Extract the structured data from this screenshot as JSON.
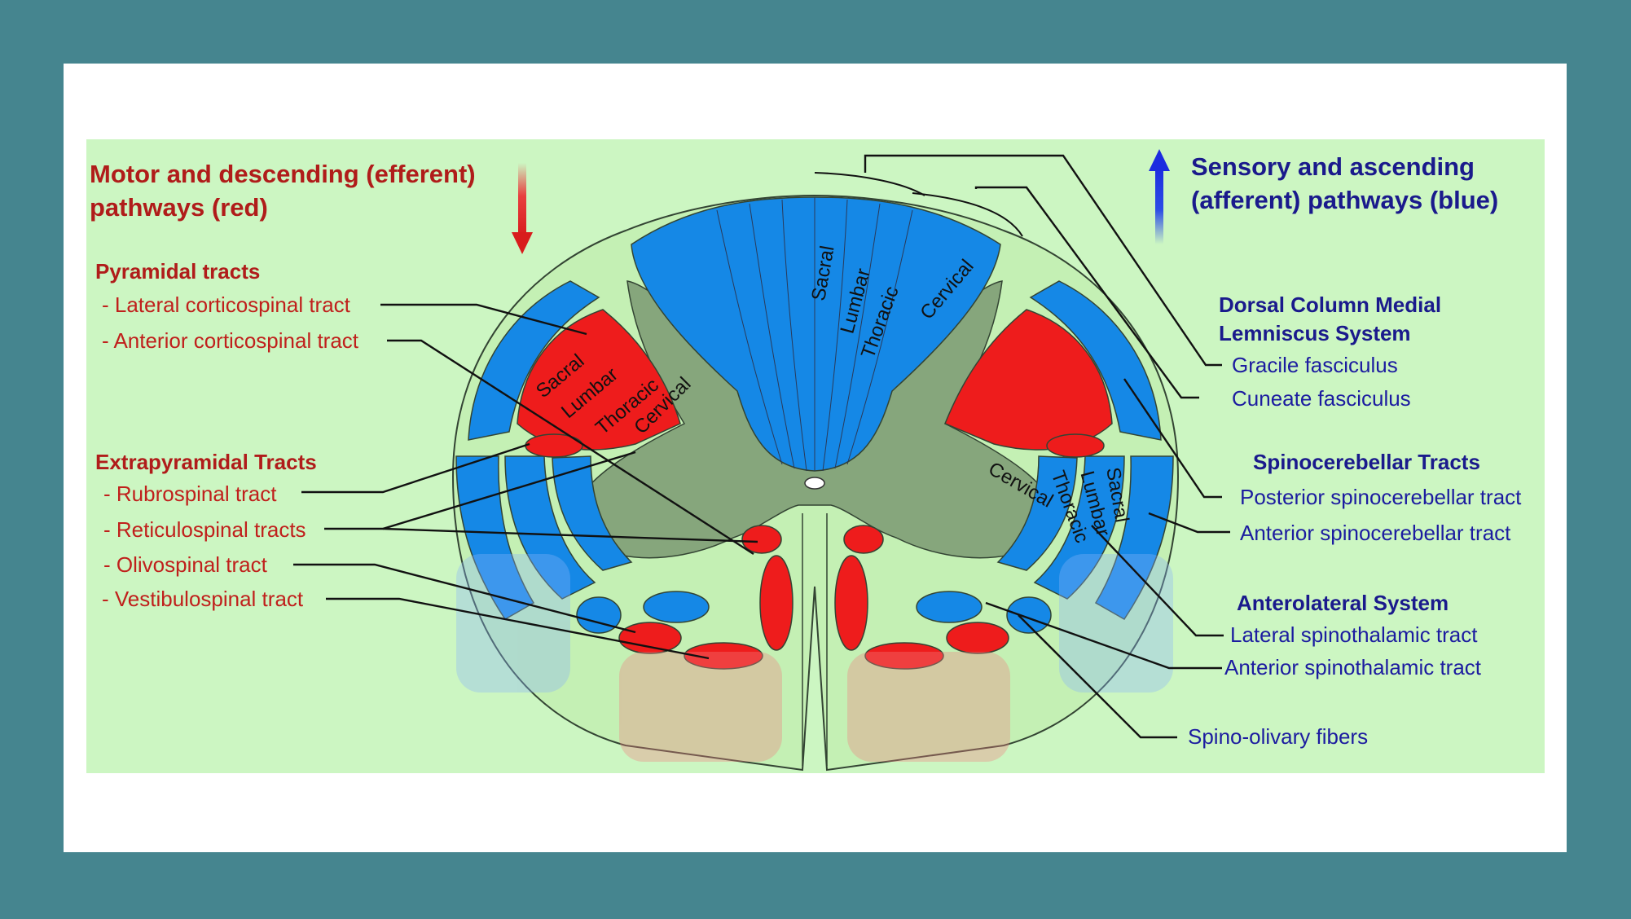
{
  "left": {
    "title": "Motor and descending (efferent) pathways   (red)",
    "pyramidal_heading": "Pyramidal tracts",
    "pyramidal_items": [
      "- Lateral corticospinal tract",
      "- Anterior corticospinal tract"
    ],
    "extrapyramidal_heading": "Extrapyramidal Tracts",
    "extrapyramidal_items": [
      "- Rubrospinal tract",
      "- Reticulospinal tracts",
      "- Olivospinal tract",
      "- Vestibulospinal tract"
    ]
  },
  "right": {
    "title": "Sensory and ascending (afferent) pathways (blue)",
    "dcml_heading": "Dorsal Column Medial Lemniscus System",
    "dcml_items": [
      "Gracile fasciculus",
      "Cuneate fasciculus"
    ],
    "spinocerebellar_heading": "Spinocerebellar Tracts",
    "spinocerebellar_items": [
      "Posterior spinocerebellar tract",
      "Anterior spinocerebellar tract"
    ],
    "anterolateral_heading": "Anterolateral System",
    "anterolateral_items": [
      "Lateral spinothalamic tract",
      "Anterior spinothalamic tract"
    ],
    "spino_olivary": "Spino-olivary fibers"
  },
  "segments": {
    "dorsal": [
      "Sacral",
      "Lumbar",
      "Thoracic",
      "Cervical"
    ],
    "lateral_left": [
      "Sacral",
      "Lumbar",
      "Thoracic",
      "Cervical"
    ],
    "right_spinocerebellar": [
      "Cervical",
      "Thoracic",
      "Lumbar",
      "Sacral"
    ]
  },
  "colors": {
    "background": "#45858f",
    "panel": "#ccf6c2",
    "motor": "#ee1c1c",
    "sensory": "#1588e6",
    "grey_matter": "#88a87c",
    "heading_red": "#b01c1a",
    "heading_blue": "#1a1a8c"
  },
  "icons": {
    "motor_arrow": "arrow-down-icon",
    "sensory_arrow": "arrow-up-icon"
  }
}
